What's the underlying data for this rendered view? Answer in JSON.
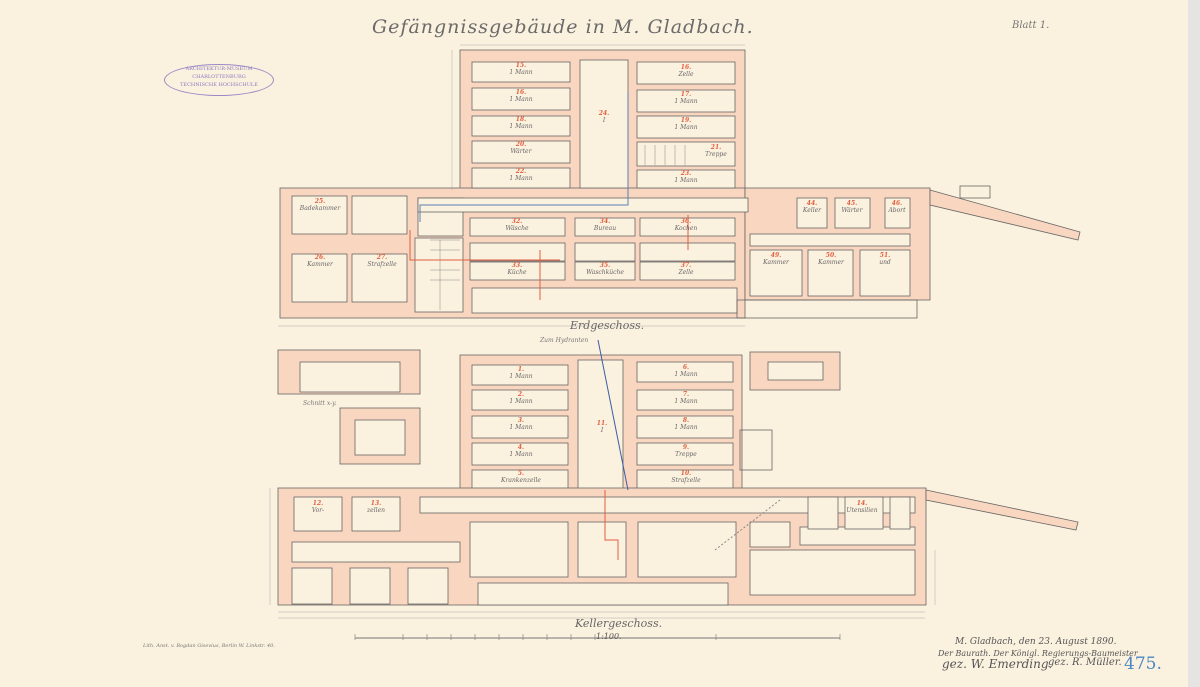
{
  "header": {
    "title": "Gefängnissgebäude in M. Gladbach.",
    "sheet": "Blatt 1."
  },
  "stamp": {
    "line1": "ARCHITEKTUR-MUSEUM",
    "line2": "CHARLOTTENBURG",
    "line3": "TECHNISCHE HOCHSCHULE"
  },
  "plans": {
    "ground_floor": "Erdgeschoss.",
    "basement": "Kellergeschoss.",
    "section": "Schnitt x-y.",
    "hydrant": "Zum Hydranten"
  },
  "rooms_upper": [
    {
      "num": "15.",
      "name": "1 Mann"
    },
    {
      "num": "16.",
      "name": "1 Mann"
    },
    {
      "num": "18.",
      "name": "1 Mann"
    },
    {
      "num": "20.",
      "name": "Wärter"
    },
    {
      "num": "22.",
      "name": "1 Mann"
    },
    {
      "num": "24.",
      "name": "I"
    },
    {
      "num": "16.",
      "name": "Zelle"
    },
    {
      "num": "17.",
      "name": "1 Mann"
    },
    {
      "num": "19.",
      "name": "1 Mann"
    },
    {
      "num": "21.",
      "name": "Treppe"
    },
    {
      "num": "23.",
      "name": "1 Mann"
    }
  ],
  "rooms_ground": [
    {
      "num": "25.",
      "name": "Badekammer"
    },
    {
      "num": "26.",
      "name": "Kammer"
    },
    {
      "num": "27.",
      "name": "Strafzelle"
    },
    {
      "num": "32.",
      "name": "Wäsche"
    },
    {
      "num": "33.",
      "name": "Küche"
    },
    {
      "num": "34.",
      "name": "Bureau"
    },
    {
      "num": "35.",
      "name": "Waschküche"
    },
    {
      "num": "36.",
      "name": "Kochen"
    },
    {
      "num": "37.",
      "name": "Zelle"
    },
    {
      "num": "44.",
      "name": "Keller"
    },
    {
      "num": "45.",
      "name": "Wärter"
    },
    {
      "num": "46.",
      "name": "Abort"
    },
    {
      "num": "49.",
      "name": "Kammer"
    },
    {
      "num": "50.",
      "name": "Kammer"
    },
    {
      "num": "51.",
      "name": "und"
    }
  ],
  "rooms_basement": [
    {
      "num": "1.",
      "name": "1 Mann"
    },
    {
      "num": "2.",
      "name": "1 Mann"
    },
    {
      "num": "3.",
      "name": "1 Mann"
    },
    {
      "num": "4.",
      "name": "1 Mann"
    },
    {
      "num": "5.",
      "name": "Krankenzelle"
    },
    {
      "num": "11.",
      "name": "I"
    },
    {
      "num": "6.",
      "name": "1 Mann"
    },
    {
      "num": "7.",
      "name": "1 Mann"
    },
    {
      "num": "8.",
      "name": "1 Mann"
    },
    {
      "num": "9.",
      "name": "Treppe"
    },
    {
      "num": "10.",
      "name": "Strafzelle"
    },
    {
      "num": "12.",
      "name": "Vor-"
    },
    {
      "num": "13.",
      "name": "zellen"
    },
    {
      "num": "14.",
      "name": "Utensilien"
    }
  ],
  "scale": {
    "label": "1:100."
  },
  "footer": {
    "printer": "Lith. Anst. v. Bogdan Gisevius, Berlin W. Linkstr. 40.",
    "date": "M. Gladbach, den 23. August 1890.",
    "roles": "Der Baurath.   Der Königl. Regierungs-Baumeister",
    "signer1": "gez. W. Emerding.",
    "signer2": "gez. R. Müller.",
    "archive_no": "475."
  }
}
